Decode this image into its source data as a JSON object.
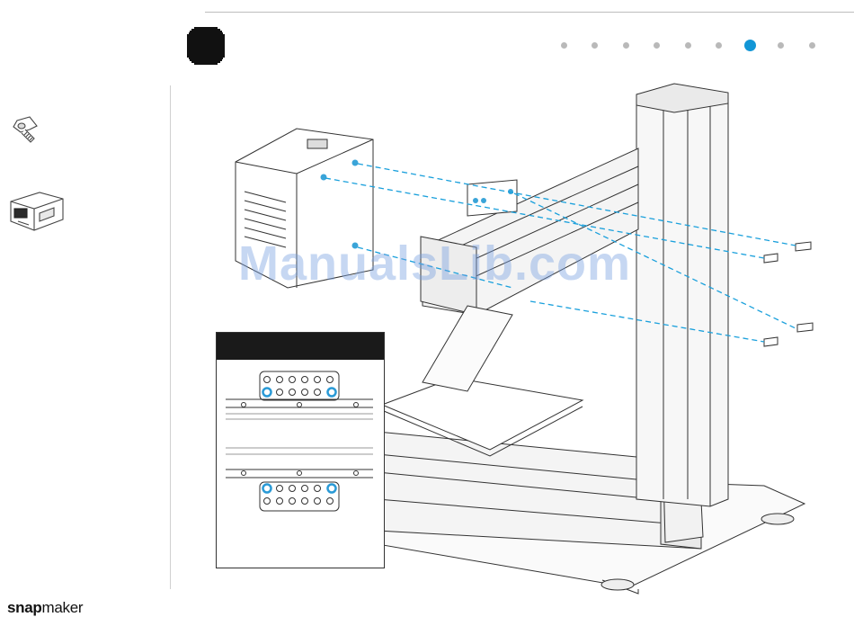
{
  "brand": {
    "name_bold": "snap",
    "name_light": "maker"
  },
  "watermark": "ManualsLib.com",
  "progress": {
    "total_steps": 9,
    "current_step": 7
  },
  "parts_sidebar": {
    "items": [
      {
        "icon": "screw-icon"
      },
      {
        "icon": "module-icon"
      }
    ]
  },
  "colors": {
    "accent": "#1296d6",
    "inactive_dot": "#b9b9b9",
    "badge": "#111111",
    "highlight_ring": "#3aa4d8"
  }
}
